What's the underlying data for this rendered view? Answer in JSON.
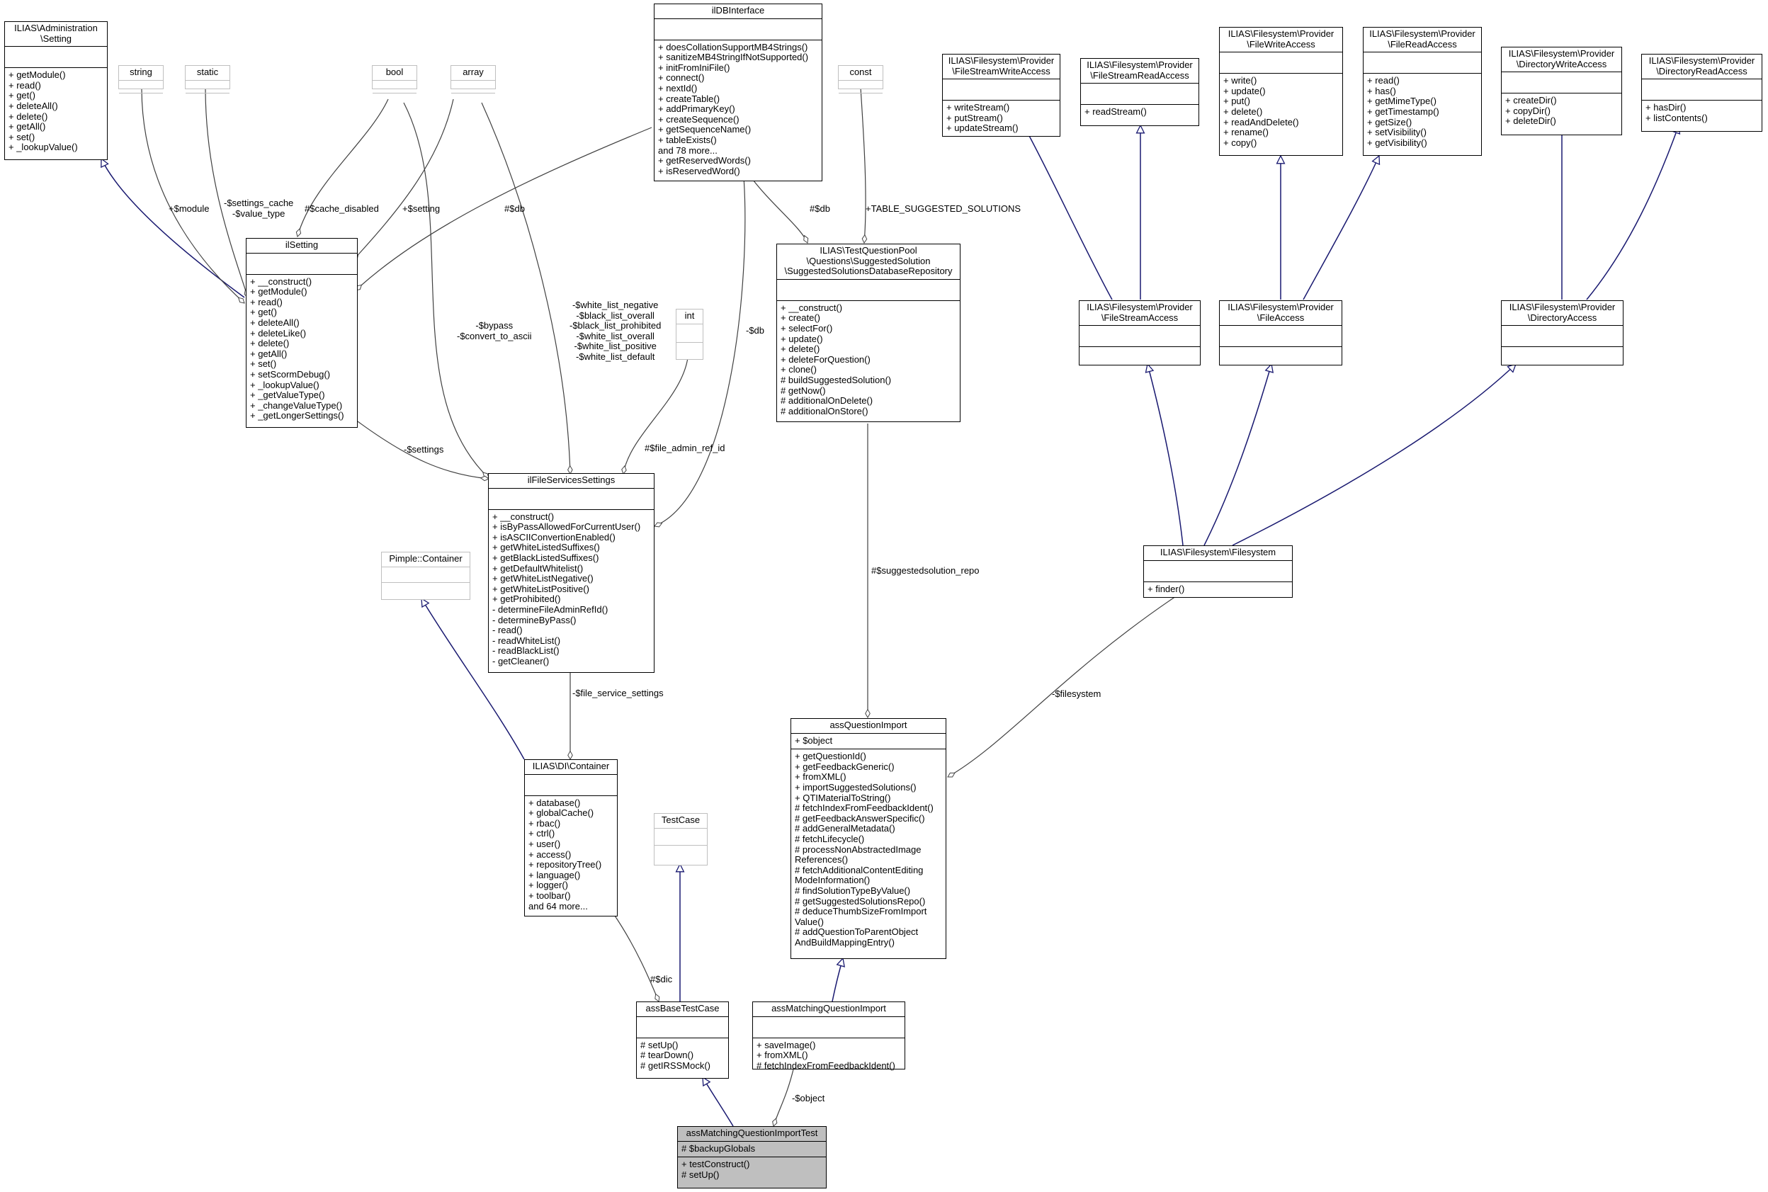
{
  "classes": [
    {
      "id": "ilias_admin_setting",
      "name": "ILIAS\\Administration\n\\Setting",
      "attributes": [],
      "methods": [
        "+ getModule()",
        "+ read()",
        "+ get()",
        "+ deleteAll()",
        "+ delete()",
        "+ getAll()",
        "+ set()",
        "+ _lookupValue()"
      ]
    },
    {
      "id": "string",
      "name": "string",
      "external": true,
      "attributes": [],
      "methods": []
    },
    {
      "id": "static",
      "name": "static",
      "external": true,
      "attributes": [],
      "methods": []
    },
    {
      "id": "bool",
      "name": "bool",
      "external": true,
      "attributes": [],
      "methods": []
    },
    {
      "id": "array",
      "name": "array",
      "external": true,
      "attributes": [],
      "methods": []
    },
    {
      "id": "ildbinterface",
      "name": "ilDBInterface",
      "attributes": [],
      "methods": [
        "+ doesCollationSupportMB4Strings()",
        "+ sanitizeMB4StringIfNotSupported()",
        "+ initFromIniFile()",
        "+ connect()",
        "+ nextId()",
        "+ createTable()",
        "+ addPrimaryKey()",
        "+ createSequence()",
        "+ getSequenceName()",
        "+ tableExists()",
        "and 78 more...",
        "+ getReservedWords()",
        "+ isReservedWord()"
      ]
    },
    {
      "id": "const",
      "name": "const",
      "external": true,
      "attributes": [],
      "methods": []
    },
    {
      "id": "fs_stream_write",
      "name": "ILIAS\\Filesystem\\Provider\n\\FileStreamWriteAccess",
      "attributes": [],
      "methods": [
        "+ writeStream()",
        "+ putStream()",
        "+ updateStream()"
      ]
    },
    {
      "id": "fs_stream_read",
      "name": "ILIAS\\Filesystem\\Provider\n\\FileStreamReadAccess",
      "attributes": [],
      "methods": [
        "+ readStream()"
      ]
    },
    {
      "id": "fs_file_write",
      "name": "ILIAS\\Filesystem\\Provider\n\\FileWriteAccess",
      "attributes": [],
      "methods": [
        "+ write()",
        "+ update()",
        "+ put()",
        "+ delete()",
        "+ readAndDelete()",
        "+ rename()",
        "+ copy()"
      ]
    },
    {
      "id": "fs_file_read",
      "name": "ILIAS\\Filesystem\\Provider\n\\FileReadAccess",
      "attributes": [],
      "methods": [
        "+ read()",
        "+ has()",
        "+ getMimeType()",
        "+ getTimestamp()",
        "+ getSize()",
        "+ setVisibility()",
        "+ getVisibility()"
      ]
    },
    {
      "id": "fs_dir_write",
      "name": "ILIAS\\Filesystem\\Provider\n\\DirectoryWriteAccess",
      "attributes": [],
      "methods": [
        "+ createDir()",
        "+ copyDir()",
        "+ deleteDir()"
      ]
    },
    {
      "id": "fs_dir_read",
      "name": "ILIAS\\Filesystem\\Provider\n\\DirectoryReadAccess",
      "attributes": [],
      "methods": [
        "+ hasDir()",
        "+ listContents()"
      ]
    },
    {
      "id": "ilsetting",
      "name": "ilSetting",
      "attributes": [],
      "methods": [
        "+ __construct()",
        "+ getModule()",
        "+ read()",
        "+ get()",
        "+ deleteAll()",
        "+ deleteLike()",
        "+ delete()",
        "+ getAll()",
        "+ set()",
        "+ setScormDebug()",
        "+ _lookupValue()",
        "+ _getValueType()",
        "+ _changeValueType()",
        "+ _getLongerSettings()"
      ]
    },
    {
      "id": "suggested_repo",
      "name": "ILIAS\\TestQuestionPool\n\\Questions\\SuggestedSolution\n\\SuggestedSolutionsDatabaseRepository",
      "attributes": [],
      "methods": [
        "+ __construct()",
        "+ create()",
        "+ selectFor()",
        "+ update()",
        "+ delete()",
        "+ deleteForQuestion()",
        "+ clone()",
        "# buildSuggestedSolution()",
        "# getNow()",
        "# additionalOnDelete()",
        "# additionalOnStore()"
      ]
    },
    {
      "id": "fs_stream_access",
      "name": "ILIAS\\Filesystem\\Provider\n\\FileStreamAccess",
      "attributes": [],
      "methods": []
    },
    {
      "id": "fs_file_access",
      "name": "ILIAS\\Filesystem\\Provider\n\\FileAccess",
      "attributes": [],
      "methods": []
    },
    {
      "id": "fs_dir_access",
      "name": "ILIAS\\Filesystem\\Provider\n\\DirectoryAccess",
      "attributes": [],
      "methods": []
    },
    {
      "id": "int",
      "name": "int",
      "external": true,
      "attributes": [],
      "methods": []
    },
    {
      "id": "ilfileservices",
      "name": "ilFileServicesSettings",
      "attributes": [],
      "methods": [
        "+ __construct()",
        "+ isByPassAllowedForCurrentUser()",
        "+ isASCIIConvertionEnabled()",
        "+ getWhiteListedSuffixes()",
        "+ getBlackListedSuffixes()",
        "+ getDefaultWhitelist()",
        "+ getWhiteListNegative()",
        "+ getWhiteListPositive()",
        "+ getProhibited()",
        "- determineFileAdminRefId()",
        "- determineByPass()",
        "- read()",
        "- readWhiteList()",
        "- readBlackList()",
        "- getCleaner()"
      ]
    },
    {
      "id": "pimple",
      "name": "Pimple::Container",
      "external": true,
      "attributes": [],
      "methods": []
    },
    {
      "id": "filesystem",
      "name": "ILIAS\\Filesystem\\Filesystem",
      "attributes": [],
      "methods": [
        "+ finder()"
      ]
    },
    {
      "id": "di_container",
      "name": "ILIAS\\DI\\Container",
      "attributes": [],
      "methods": [
        "+ database()",
        "+ globalCache()",
        "+ rbac()",
        "+ ctrl()",
        "+ user()",
        "+ access()",
        "+ repositoryTree()",
        "+ language()",
        "+ logger()",
        "+ toolbar()",
        "and 64 more..."
      ]
    },
    {
      "id": "testcase",
      "name": "TestCase",
      "external": true,
      "attributes": [],
      "methods": []
    },
    {
      "id": "assquestionimport",
      "name": "assQuestionImport",
      "attributes": [
        "+ $object"
      ],
      "methods": [
        "+ getQuestionId()",
        "+ getFeedbackGeneric()",
        "+ fromXML()",
        "+ importSuggestedSolutions()",
        "+ QTIMaterialToString()",
        "# fetchIndexFromFeedbackIdent()",
        "# getFeedbackAnswerSpecific()",
        "# addGeneralMetadata()",
        "# fetchLifecycle()",
        "# processNonAbstractedImage",
        "References()",
        "# fetchAdditionalContentEditing",
        "ModeInformation()",
        "# findSolutionTypeByValue()",
        "# getSuggestedSolutionsRepo()",
        "# deduceThumbSizeFromImport",
        "Value()",
        "# addQuestionToParentObject",
        "AndBuildMappingEntry()"
      ]
    },
    {
      "id": "assbasetestcase",
      "name": "assBaseTestCase",
      "attributes": [],
      "methods": [
        "# setUp()",
        "# tearDown()",
        "# getIRSSMock()"
      ]
    },
    {
      "id": "assmatchingimport",
      "name": "assMatchingQuestionImport",
      "attributes": [],
      "methods": [
        "+ saveImage()",
        "+ fromXML()",
        "# fetchIndexFromFeedbackIdent()"
      ]
    },
    {
      "id": "assmatchingimporttest",
      "name": "assMatchingQuestionImportTest",
      "focus": true,
      "attributes": [
        "# $backupGlobals"
      ],
      "methods": [
        "+ testConstruct()",
        "# setUp()"
      ]
    }
  ],
  "edge_labels": {
    "module": "+$module",
    "settings_cache": "-$settings_cache\n-$value_type",
    "cache_disabled": "#$cache_disabled",
    "setting": "+$setting",
    "db_ilsetting": "#$db",
    "bypass": "-$bypass\n-$convert_to_ascii",
    "white_list": "-$white_list_negative\n-$black_list_overall\n-$black_list_prohibited\n-$white_list_overall\n-$white_list_positive\n-$white_list_default",
    "db_repo": "#$db",
    "table_suggested": "+TABLE_SUGGESTED_SOLUTIONS",
    "settings": "-$settings",
    "file_admin_ref_id": "#$file_admin_ref_id",
    "db_fileservices": "-$db",
    "suggested_repo": "#$suggestedsolution_repo",
    "filesystem": "-$filesystem",
    "file_service_settings": "-$file_service_settings",
    "dic": "#$dic",
    "object": "-$object"
  },
  "colors": {
    "inheritance": "#191970",
    "association": "#404040",
    "external_border": "#bfbfbf",
    "focus_fill": "#bfbfbf"
  }
}
